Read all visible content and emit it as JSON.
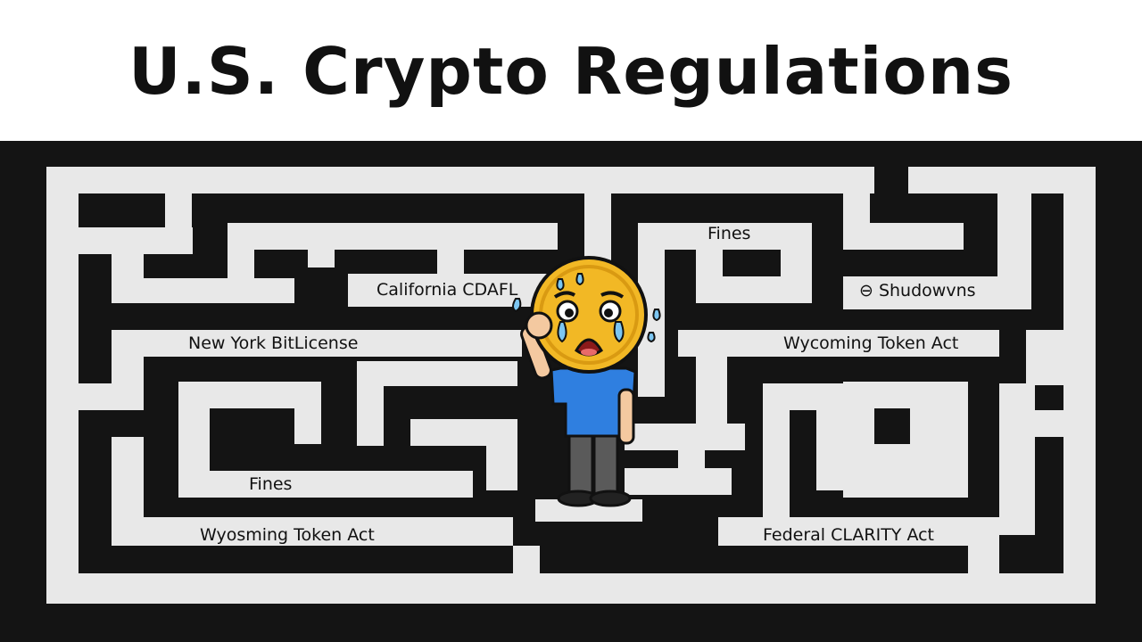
{
  "title": "U.S. Crypto Regulations",
  "labels": {
    "california": "California CDAFL",
    "fines_top": "Fines",
    "shutdowns": "⊖ Shudowvns",
    "new_york": "New York BitLicense",
    "wyoming_right": "Wycoming Token Act",
    "fines_bottom": "Fines",
    "wyoming_left": "Wyosming Token Act",
    "federal": "Federal CLARITY Act"
  },
  "colors": {
    "path": "#e8e8e8",
    "wall": "#141414",
    "coin": "#f2b825",
    "shirt": "#2f7fe0",
    "pants": "#5a5a5a"
  }
}
